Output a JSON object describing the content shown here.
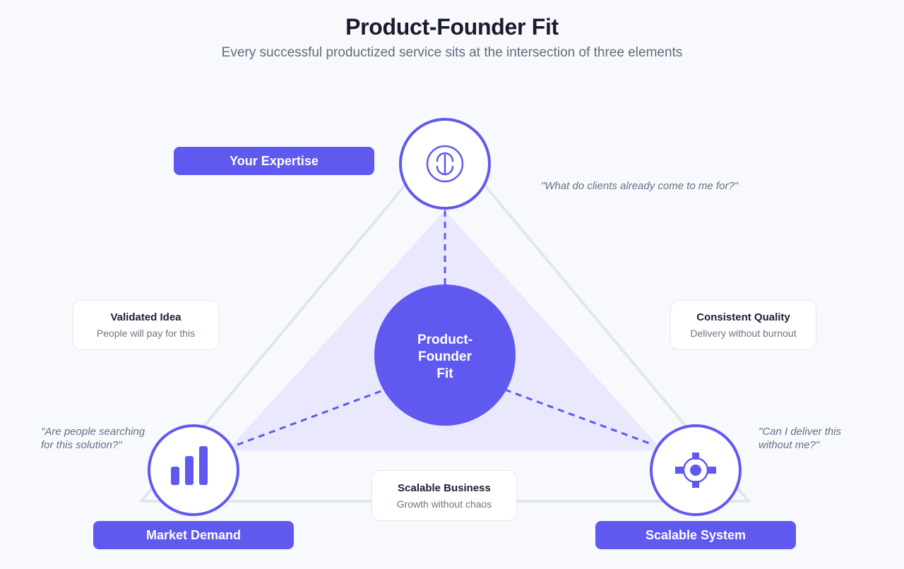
{
  "header": {
    "title": "Product-Founder Fit",
    "subtitle": "Every successful productized service sits at the intersection of three elements"
  },
  "colors": {
    "primary": "#6059f0",
    "shaded_fill": "#eae8fd",
    "outline_gray": "#e2e6ee",
    "background": "#f8f9fc",
    "heading_text": "#1a1c2e",
    "muted_text": "#6b7586"
  },
  "center": {
    "label_line1": "Product-",
    "label_line2": "Founder",
    "label_line3": "Fit"
  },
  "nodes": [
    {
      "id": "expertise",
      "label": "Your Expertise",
      "icon": "expertise-icon",
      "question": "\"What do clients already come to me for?\""
    },
    {
      "id": "market",
      "label": "Market Demand",
      "icon": "bar-chart-icon",
      "question_line1": "\"Are people searching",
      "question_line2": "for this solution?\""
    },
    {
      "id": "system",
      "label": "Scalable System",
      "icon": "crosshair-icon",
      "question_line1": "\"Can I deliver this",
      "question_line2": "without me?\""
    }
  ],
  "intersections": [
    {
      "title": "Validated Idea",
      "subtitle": "People will pay for this"
    },
    {
      "title": "Consistent Quality",
      "subtitle": "Delivery without burnout"
    },
    {
      "title": "Scalable Business",
      "subtitle": "Growth without chaos"
    }
  ]
}
